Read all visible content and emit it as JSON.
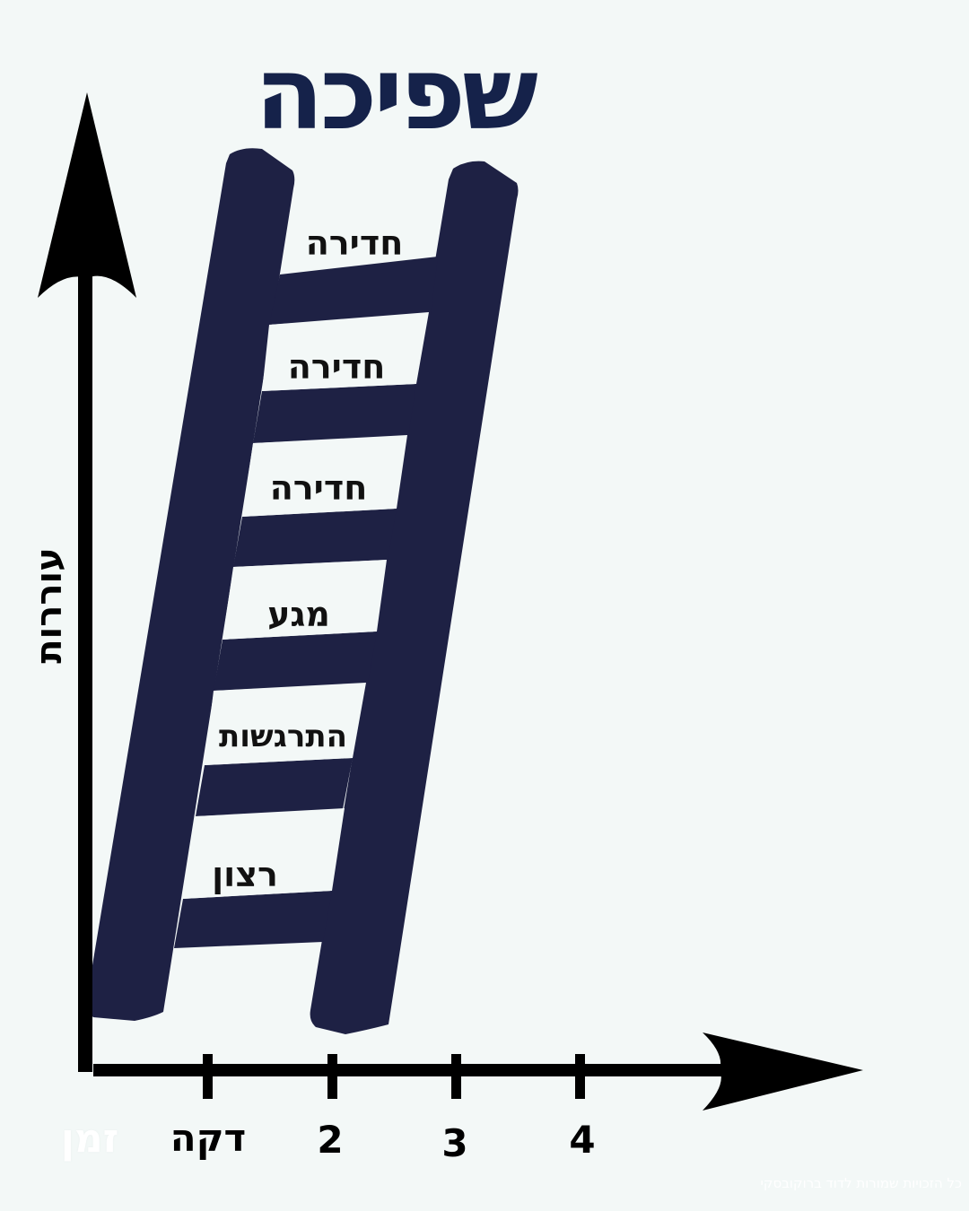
{
  "title": "שפיכה",
  "axes": {
    "y_label": "עוררות",
    "x_label": "זמן",
    "x_ticks": [
      "דקה",
      "2",
      "3",
      "4"
    ]
  },
  "ladder_rungs": [
    "חדירה",
    "חדירה",
    "חדירה",
    "מגע",
    "התרגשות",
    "רצון"
  ],
  "credit": "כל הזכויות שמורות לדוד ברוקובסקי",
  "colors": {
    "ladder": "#1e2144",
    "title": "#15224a",
    "axis": "#000000",
    "background": "#f3f8f7"
  }
}
